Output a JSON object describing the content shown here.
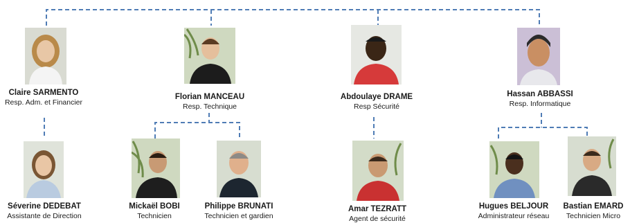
{
  "colors": {
    "connector": "#4f7cb5",
    "page_background": "#ffffff"
  },
  "people": [
    {
      "name": "Claire SARMENTO",
      "role": "Resp. Adm. et Financier",
      "level": "manager",
      "hair": "#b98a4a",
      "shirt": "#f4f4f4",
      "backdrop": "#d9dbd2"
    },
    {
      "name": "Florian MANCEAU",
      "role": "Resp. Technique",
      "level": "manager",
      "hair": "#5a3b23",
      "shirt": "#1c1c1c",
      "backdrop": "#cfd9c0"
    },
    {
      "name": "Abdoulaye DRAME",
      "role": "Resp  Sécurité",
      "level": "manager",
      "hair": "#1a1a1a",
      "shirt": "#d63a3a",
      "backdrop": "#e6e8e3"
    },
    {
      "name": "Hassan ABBASSI",
      "role": "Resp. Informatique",
      "level": "manager",
      "hair": "#2b2b2b",
      "shirt": "#e8e8ec",
      "backdrop": "#cbbfd6"
    },
    {
      "name": "Séverine DEDEBAT",
      "role": "Assistante de Direction",
      "level": "staff",
      "hair": "#7a5634",
      "shirt": "#b9cbe0",
      "backdrop": "#dfe3da"
    },
    {
      "name": "Mickaël BOBI",
      "role": "Technicien",
      "level": "staff",
      "hair": "#2a1d12",
      "shirt": "#1e1e1e",
      "backdrop": "#cfd9c0"
    },
    {
      "name": "Philippe BRUNATI",
      "role": "Technicien  et gardien",
      "level": "staff",
      "hair": "#8d8a86",
      "shirt": "#1d2630",
      "backdrop": "#d7ddd0"
    },
    {
      "name": "Amar TEZRATT",
      "role": "Agent de sécurité",
      "level": "staff",
      "hair": "#3a2a1c",
      "shirt": "#c93131",
      "backdrop": "#d3dcc8"
    },
    {
      "name": "Hugues BELJOUR",
      "role": "Administrateur réseau",
      "level": "staff",
      "hair": "#141414",
      "shirt": "#7090c0",
      "backdrop": "#cfd9c0"
    },
    {
      "name": "Bastian EMARD",
      "role": "Technicien Micro",
      "level": "staff",
      "hair": "#3a2a1c",
      "shirt": "#2a2a2a",
      "backdrop": "#d7ddd0"
    }
  ]
}
